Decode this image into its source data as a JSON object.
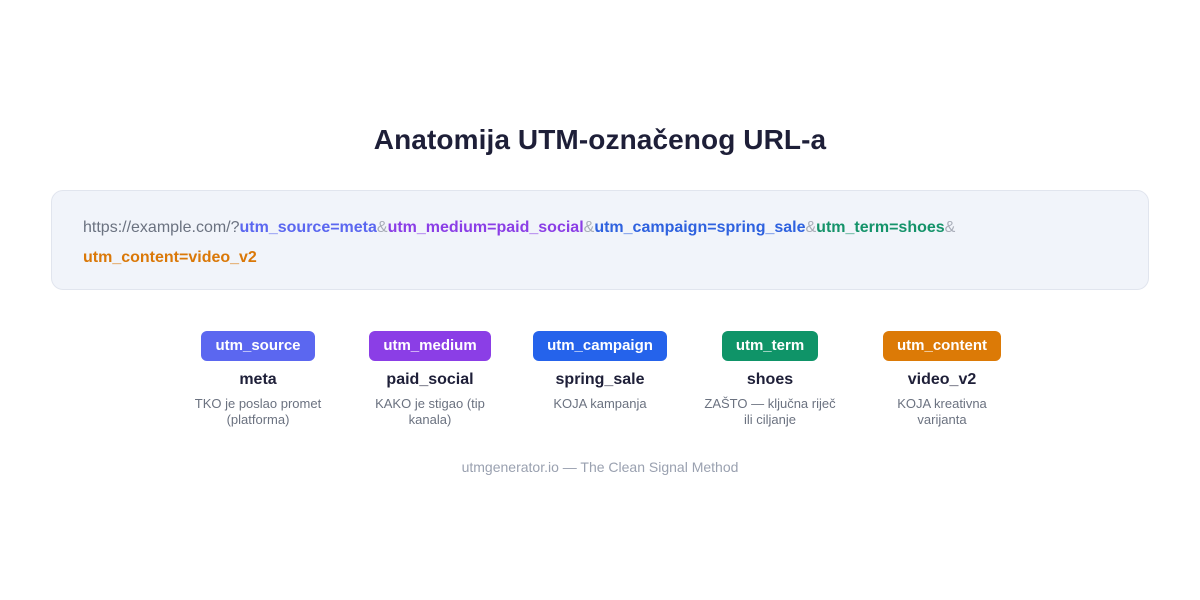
{
  "title": "Anatomija UTM-označenog URL-a",
  "url": {
    "base": "https://example.com/?",
    "separator": "&",
    "segments": [
      {
        "text": "utm_source=meta",
        "color": "#5b67f0"
      },
      {
        "text": "utm_medium=paid_social",
        "color": "#8b3ee6"
      },
      {
        "text": "utm_campaign=spring_sale",
        "color": "#2f62df"
      },
      {
        "text": "utm_term=shoes",
        "color": "#15936a"
      },
      {
        "text": "utm_content=video_v2",
        "color": "#da7808"
      }
    ]
  },
  "params": [
    {
      "key": "utm_source",
      "value": "meta",
      "desc_1": "TKO je poslao promet",
      "desc_2": "(platforma)",
      "color": "#5b67f0"
    },
    {
      "key": "utm_medium",
      "value": "paid_social",
      "desc_1": "KAKO je stigao (tip",
      "desc_2": "kanala)",
      "color": "#8b3ee6"
    },
    {
      "key": "utm_campaign",
      "value": "spring_sale",
      "desc_1": "KOJA kampanja",
      "desc_2": "",
      "color": "#2563eb"
    },
    {
      "key": "utm_term",
      "value": "shoes",
      "desc_1": "ZAŠTO — ključna riječ",
      "desc_2": "ili ciljanje",
      "color": "#0f9468"
    },
    {
      "key": "utm_content",
      "value": "video_v2",
      "desc_1": "KOJA kreativna",
      "desc_2": "varijanta",
      "color": "#dc7a06"
    }
  ],
  "footer": "utmgenerator.io — The Clean Signal Method"
}
